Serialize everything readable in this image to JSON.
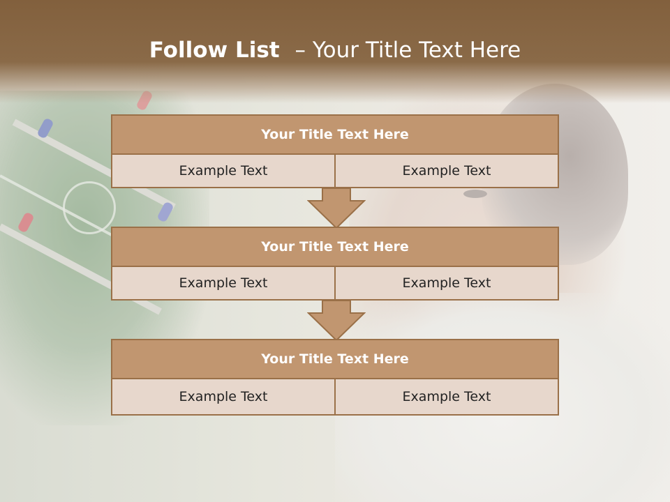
{
  "header": {
    "title_bold": "Follow List",
    "title_rest": "– Your Title Text Here"
  },
  "colors": {
    "header_brown": "#82603d",
    "block_title_bg": "#c19670",
    "block_row_bg": "#e7d7cc",
    "border": "#9a7048",
    "arrow_fill": "#c19670"
  },
  "steps": [
    {
      "title": "Your Title Text Here",
      "cells": [
        "Example Text",
        "Example Text"
      ]
    },
    {
      "title": "Your Title Text Here",
      "cells": [
        "Example Text",
        "Example Text"
      ]
    },
    {
      "title": "Your Title Text Here",
      "cells": [
        "Example Text",
        "Example Text"
      ]
    }
  ],
  "icons": {
    "connector": "down-arrow-icon"
  }
}
